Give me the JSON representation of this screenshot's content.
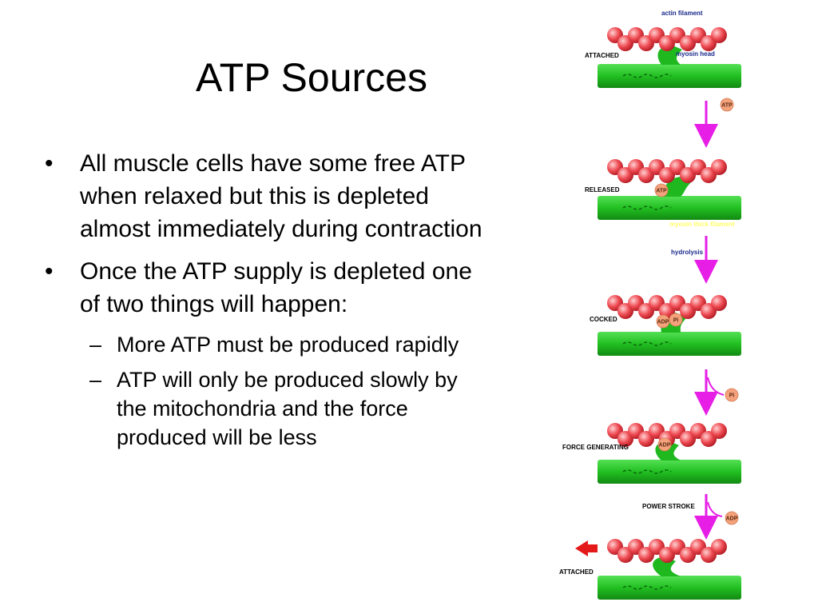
{
  "slide": {
    "title": "ATP Sources",
    "bullets": [
      {
        "text": "All muscle cells have some free ATP when relaxed but this is depleted almost immediately during contraction"
      },
      {
        "text": "Once the ATP supply is depleted one of two things will happen:",
        "subbullets": [
          "More ATP must be produced rapidly",
          "ATP will only be produced slowly by the mitochondria and the force produced will be less"
        ]
      }
    ],
    "bullet_symbol": "•",
    "dash_symbol": "–"
  },
  "diagram": {
    "labels": {
      "actin_filament": "actin filament",
      "myosin_head": "myosin head",
      "myosin_thick_filament": "myosin thick filament",
      "hydrolysis": "hydrolysis",
      "atp": "ATP",
      "adp": "ADP",
      "pi": "Pi"
    },
    "stages": [
      "ATTACHED",
      "RELEASED",
      "COCKED",
      "FORCE GENERATING",
      "POWER STROKE",
      "ATTACHED"
    ],
    "colors": {
      "actin": "#e8333c",
      "myosin": "#1fb81f",
      "arrow": "#e61ee6",
      "badge": "#f4a27c",
      "red_arrow": "#e41a1a",
      "label_blue": "#1a2a8c"
    }
  }
}
